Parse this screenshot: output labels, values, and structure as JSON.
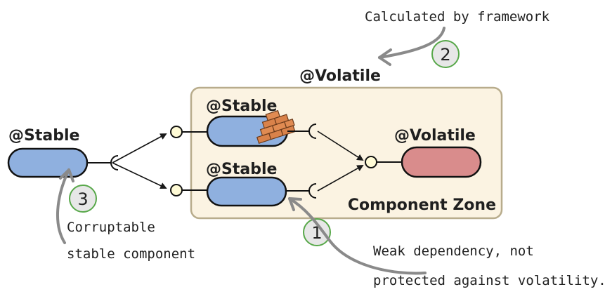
{
  "top_annotation": "Calculated by framework",
  "zone": {
    "stereotype": "@Volatile",
    "title": "Component Zone",
    "top_component": "@Stable",
    "bottom_component": "@Stable",
    "right_component": "@Volatile"
  },
  "left_component": "@Stable",
  "markers": [
    "1",
    "2",
    "3"
  ],
  "left_annotation": {
    "line1": "Corruptable",
    "line2": "stable component"
  },
  "bottom_annotation": {
    "line1": "Weak dependency, not",
    "line2": "protected against volatility."
  },
  "colors": {
    "zone_fill": "#fbf3e2",
    "zone_border": "#b8ac8c",
    "stable_fill": "#8fb0df",
    "volatile_fill": "#d98c8c",
    "marker_fill": "#e7e7e7",
    "marker_ring": "#58a84a",
    "socket_fill": "#fffbd6",
    "brick": "#d9824a",
    "arrow": "#8a8a8a"
  },
  "icons": [
    "brick-wall-icon"
  ]
}
